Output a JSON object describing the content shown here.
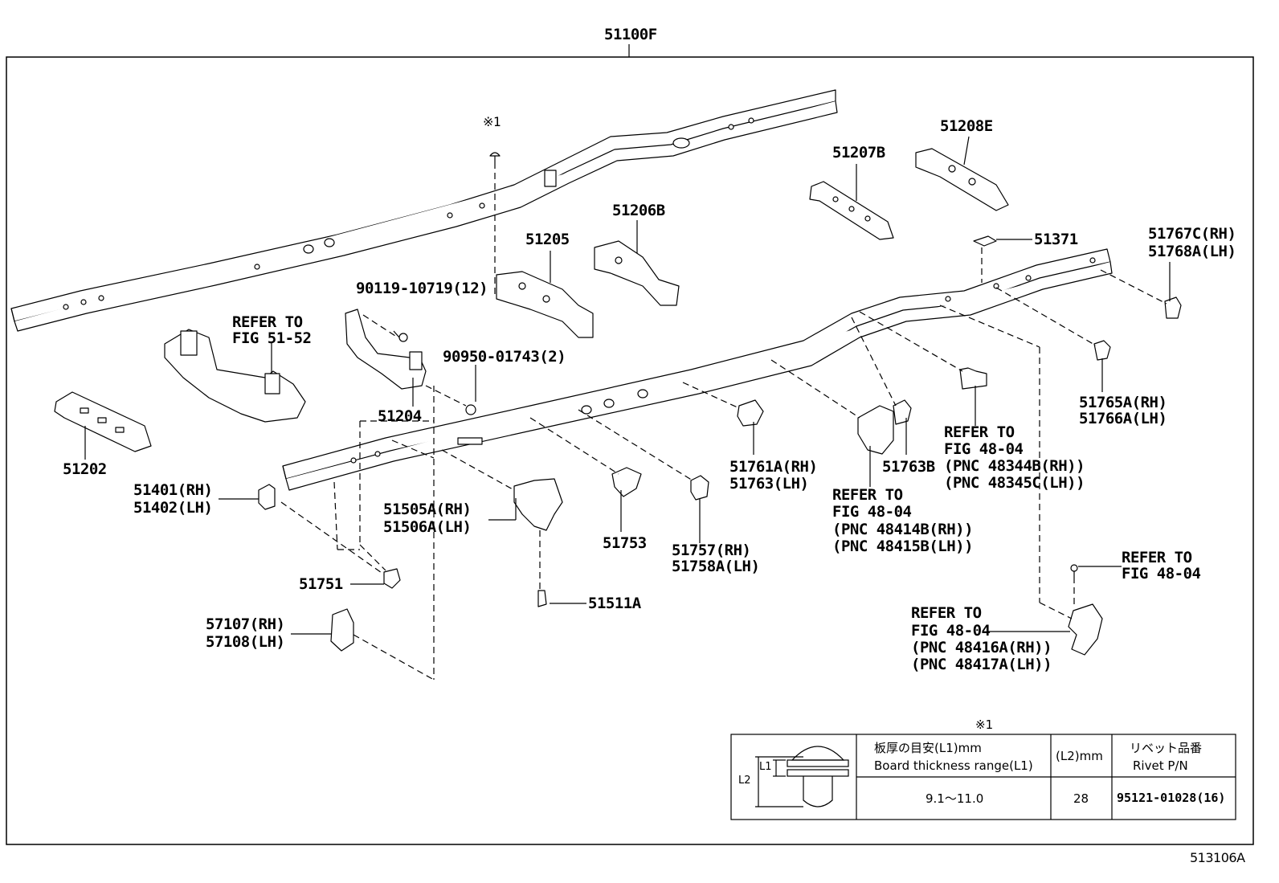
{
  "assembly_label": "51100F",
  "note_mark": "※1",
  "footer_code": "513106A",
  "callouts": [
    {
      "id": "51205",
      "text": "51205"
    },
    {
      "id": "51206B",
      "text": "51206B"
    },
    {
      "id": "51207B",
      "text": "51207B"
    },
    {
      "id": "51208E",
      "text": "51208E"
    },
    {
      "id": "51371",
      "text": "51371"
    },
    {
      "id": "51767C",
      "text": "51767C(RH)"
    },
    {
      "id": "51768A",
      "text": "51768A(LH)"
    },
    {
      "id": "90119",
      "text": "90119-10719(12)"
    },
    {
      "id": "90950",
      "text": "90950-01743(2)"
    },
    {
      "id": "refer5152a",
      "text": "REFER TO"
    },
    {
      "id": "refer5152b",
      "text": "FIG 51-52"
    },
    {
      "id": "51204",
      "text": "51204"
    },
    {
      "id": "51202",
      "text": "51202"
    },
    {
      "id": "51401",
      "text": "51401(RH)"
    },
    {
      "id": "51402",
      "text": "51402(LH)"
    },
    {
      "id": "51505A",
      "text": "51505A(RH)"
    },
    {
      "id": "51506A",
      "text": "51506A(LH)"
    },
    {
      "id": "51753",
      "text": "51753"
    },
    {
      "id": "51757",
      "text": "51757(RH)"
    },
    {
      "id": "51758A",
      "text": "51758A(LH)"
    },
    {
      "id": "51761A",
      "text": "51761A(RH)"
    },
    {
      "id": "51763",
      "text": "51763(LH)"
    },
    {
      "id": "51763B",
      "text": "51763B"
    },
    {
      "id": "51765A",
      "text": "51765A(RH)"
    },
    {
      "id": "51766A",
      "text": "51766A(LH)"
    },
    {
      "id": "ref4804a1",
      "text": "REFER TO"
    },
    {
      "id": "ref4804a2",
      "text": "FIG 48-04"
    },
    {
      "id": "ref4804a3",
      "text": "(PNC 48414B(RH))"
    },
    {
      "id": "ref4804a4",
      "text": "(PNC 48415B(LH))"
    },
    {
      "id": "ref4804b1",
      "text": "REFER TO"
    },
    {
      "id": "ref4804b2",
      "text": "FIG 48-04"
    },
    {
      "id": "ref4804b3",
      "text": "(PNC 48344B(RH))"
    },
    {
      "id": "ref4804b4",
      "text": "(PNC 48345C(LH))"
    },
    {
      "id": "ref4804c1",
      "text": "REFER TO"
    },
    {
      "id": "ref4804c2",
      "text": "FIG 48-04"
    },
    {
      "id": "ref4804d1",
      "text": "REFER TO"
    },
    {
      "id": "ref4804d2",
      "text": "FIG 48-04"
    },
    {
      "id": "ref4804d3",
      "text": "(PNC 48416A(RH))"
    },
    {
      "id": "ref4804d4",
      "text": "(PNC 48417A(LH))"
    },
    {
      "id": "51751",
      "text": "51751"
    },
    {
      "id": "51511A",
      "text": "51511A"
    },
    {
      "id": "57107",
      "text": "57107(RH)"
    },
    {
      "id": "57108",
      "text": "57108(LH)"
    }
  ],
  "rivet_table": {
    "note_mark": "※1",
    "col1_header_jp": "板厚の目安(L1)mm",
    "col1_header_en": "Board thickness range(L1)",
    "col2_header": "(L2)mm",
    "col3_header_jp": "リベット品番",
    "col3_header_en": "Rivet P/N",
    "row_thickness": "9.1〜11.0",
    "row_l2": "28",
    "row_part": "95121-01028(16)",
    "dim_l1": "L1",
    "dim_l2": "L2"
  }
}
